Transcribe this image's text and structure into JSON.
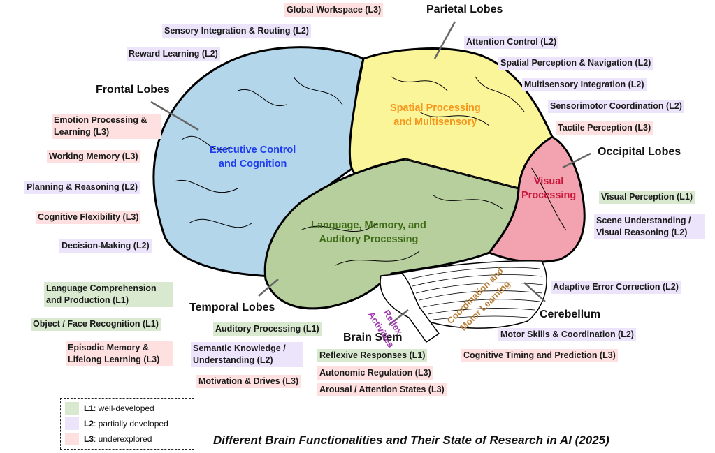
{
  "title": "Different Brain Functionalities and Their State of Research in AI (2025)",
  "colors": {
    "frontal": "#b3d6ea",
    "parietal": "#fbf59a",
    "temporal": "#b7cf9d",
    "occipital": "#f3a3b0",
    "L1": "#d8e9d0",
    "L2": "#ebe4fb",
    "L3": "#fde0df",
    "frontal_text": "#1f3df0",
    "parietal_text": "#f7961c",
    "temporal_text": "#3d6b16",
    "occipital_text": "#c8173a",
    "brainstem_text": "#a03bb0",
    "cerebellum_text": "#b7803a"
  },
  "lobes": {
    "frontal": {
      "title": "Frontal Lobes",
      "region_line1": "Executive Control",
      "region_line2": "and Cognition"
    },
    "parietal": {
      "title": "Parietal Lobes",
      "region_line1": "Spatial Processing",
      "region_line2": "and Multisensory"
    },
    "occipital": {
      "title": "Occipital Lobes",
      "region_line1": "Visual",
      "region_line2": "Processing"
    },
    "temporal": {
      "title": "Temporal Lobes",
      "region_line1": "Language, Memory, and",
      "region_line2": "Auditory Processing"
    },
    "brainstem": {
      "title": "Brain Stem",
      "region_line1": "Reflex",
      "region_line2": "Activities"
    },
    "cerebellum": {
      "title": "Cerebellum",
      "region_line1": "Coordination and",
      "region_line2": "Motor Learning"
    }
  },
  "functions": {
    "global_workspace": {
      "label": "Global Workspace (L3)",
      "level": "L3"
    },
    "sensory_integration": {
      "label": "Sensory Integration & Routing (L2)",
      "level": "L2"
    },
    "reward_learning": {
      "label": "Reward Learning (L2)",
      "level": "L2"
    },
    "emotion_processing": {
      "label": "Emotion Processing & Learning (L3)",
      "level": "L3"
    },
    "working_memory": {
      "label": "Working Memory (L3)",
      "level": "L3"
    },
    "planning_reasoning": {
      "label": "Planning & Reasoning (L2)",
      "level": "L2"
    },
    "cognitive_flexibility": {
      "label": "Cognitive Flexibility (L3)",
      "level": "L3"
    },
    "decision_making": {
      "label": "Decision-Making (L2)",
      "level": "L2"
    },
    "attention_control": {
      "label": "Attention Control (L2)",
      "level": "L2"
    },
    "spatial_perception": {
      "label": "Spatial Perception & Navigation (L2)",
      "level": "L2"
    },
    "multisensory_integration": {
      "label": "Multisensory Integration (L2)",
      "level": "L2"
    },
    "sensorimotor_coordination": {
      "label": "Sensorimotor Coordination (L2)",
      "level": "L2"
    },
    "tactile_perception": {
      "label": "Tactile Perception (L3)",
      "level": "L3"
    },
    "visual_perception": {
      "label": "Visual Perception (L1)",
      "level": "L1"
    },
    "scene_understanding": {
      "label": "Scene Understanding / Visual Reasoning (L2)",
      "level": "L2"
    },
    "language_comprehension": {
      "label": "Language Comprehension and Production (L1)",
      "level": "L1"
    },
    "object_face_recognition": {
      "label": "Object / Face Recognition (L1)",
      "level": "L1"
    },
    "episodic_memory": {
      "label": "Episodic Memory & Lifelong Learning (L3)",
      "level": "L3"
    },
    "auditory_processing": {
      "label": "Auditory Processing (L1)",
      "level": "L1"
    },
    "semantic_knowledge": {
      "label": "Semantic Knowledge / Understanding (L2)",
      "level": "L2"
    },
    "motivation_drives": {
      "label": "Motivation & Drives (L3)",
      "level": "L3"
    },
    "reflexive_responses": {
      "label": "Reflexive Responses (L1)",
      "level": "L1"
    },
    "autonomic_regulation": {
      "label": "Autonomic Regulation (L3)",
      "level": "L3"
    },
    "arousal_attention": {
      "label": "Arousal / Attention States (L3)",
      "level": "L3"
    },
    "adaptive_error_correction": {
      "label": "Adaptive Error Correction (L2)",
      "level": "L2"
    },
    "motor_skills": {
      "label": "Motor Skills & Coordination (L2)",
      "level": "L2"
    },
    "cognitive_timing": {
      "label": "Cognitive Timing and Prediction (L3)",
      "level": "L3"
    }
  },
  "legend": [
    {
      "key": "L1",
      "desc": ": well-developed"
    },
    {
      "key": "L2",
      "desc": ": partially developed"
    },
    {
      "key": "L3",
      "desc": ": underexplored"
    }
  ]
}
